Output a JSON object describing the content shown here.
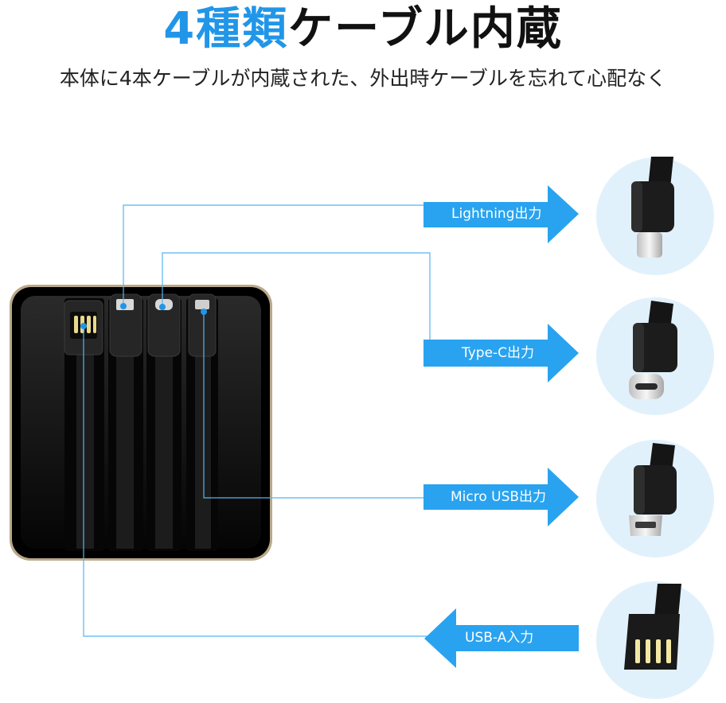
{
  "title": {
    "accent": "4種類",
    "main": "ケーブル内蔵"
  },
  "subtitle": "本体に4本ケーブルが内蔵された、外出時ケーブルを忘れて心配なく",
  "arrows": [
    {
      "label": "Lightning出力",
      "direction": "right",
      "icon": "lightning-connector-icon"
    },
    {
      "label": "Type-C出力",
      "direction": "right",
      "icon": "type-c-connector-icon"
    },
    {
      "label": "Micro USB出力",
      "direction": "right",
      "icon": "micro-usb-connector-icon"
    },
    {
      "label": "USB-A入力",
      "direction": "left",
      "icon": "usb-a-connector-icon"
    }
  ],
  "colors": {
    "accent": "#2196e8",
    "arrow": "#29a3f0",
    "circle": "#e1f1fb",
    "device": "#111111",
    "device_rim": "#b9a98a"
  }
}
